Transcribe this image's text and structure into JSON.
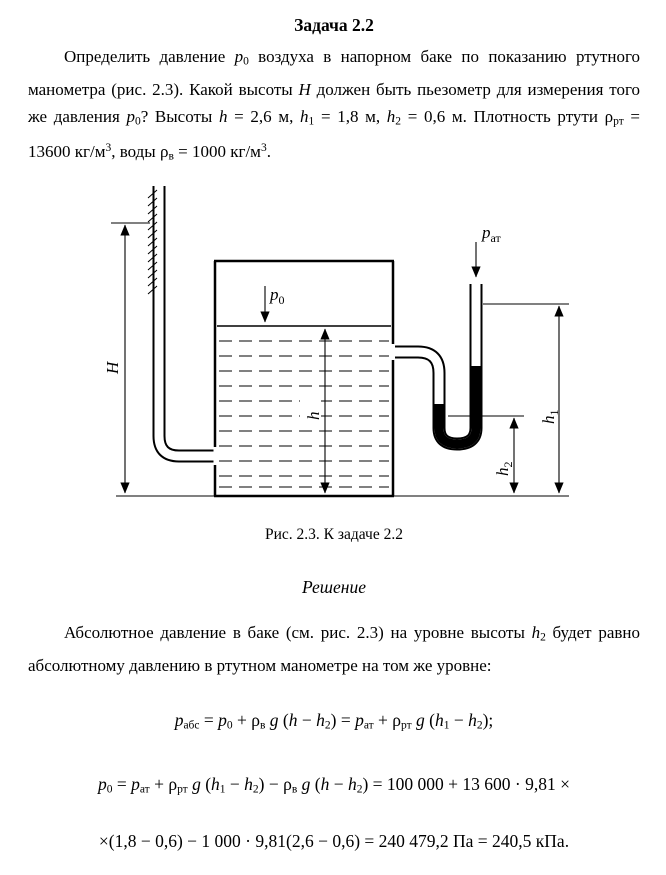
{
  "page": {
    "title": "Задача 2.2",
    "caption": "Рис. 2.3. К задаче 2.2",
    "solution_heading": "Решение"
  },
  "para1": [
    {
      "t": "Определить давление "
    },
    {
      "t": "p",
      "s": "i"
    },
    {
      "t": "0",
      "s": "sub"
    },
    {
      "t": " воздуха в напорном баке по показанию ртутного манометра (рис. 2.3). Какой высоты "
    },
    {
      "t": "H",
      "s": "i"
    },
    {
      "t": " должен быть пьезометр для измерения того же давления "
    },
    {
      "t": "p",
      "s": "i"
    },
    {
      "t": "0",
      "s": "sub"
    },
    {
      "t": "? Высоты "
    },
    {
      "t": "h",
      "s": "i"
    },
    {
      "t": " = 2,6 м, "
    },
    {
      "t": "h",
      "s": "i"
    },
    {
      "t": "1",
      "s": "sub"
    },
    {
      "t": " = 1,8 м, "
    },
    {
      "t": "h",
      "s": "i"
    },
    {
      "t": "2",
      "s": "sub"
    },
    {
      "t": " = 0,6 м. Плотность ртути ρ"
    },
    {
      "t": "рт",
      "s": "sub"
    },
    {
      "t": " = 13600 кг/м"
    },
    {
      "t": "3",
      "s": "sup"
    },
    {
      "t": ", воды ρ"
    },
    {
      "t": "в",
      "s": "sub"
    },
    {
      "t": " = 1000 кг/м"
    },
    {
      "t": "3",
      "s": "sup"
    },
    {
      "t": "."
    }
  ],
  "para2": [
    {
      "t": "Абсолютное давление в баке (см. рис. 2.3) на уровне высоты "
    },
    {
      "t": "h",
      "s": "i"
    },
    {
      "t": "2",
      "s": "sub"
    },
    {
      "t": " будет равно абсолютному давлению в ртутном манометре на том же уровне:"
    }
  ],
  "eq1": [
    {
      "t": "p",
      "s": "i"
    },
    {
      "t": "абс",
      "s": "sub"
    },
    {
      "t": " = "
    },
    {
      "t": "p",
      "s": "i"
    },
    {
      "t": "0",
      "s": "sub"
    },
    {
      "t": " + ρ"
    },
    {
      "t": "в",
      "s": "sub"
    },
    {
      "t": " g ",
      "s": "i"
    },
    {
      "t": "("
    },
    {
      "t": "h",
      "s": "i"
    },
    {
      "t": " − "
    },
    {
      "t": "h",
      "s": "i"
    },
    {
      "t": "2",
      "s": "sub"
    },
    {
      "t": ") = "
    },
    {
      "t": "p",
      "s": "i"
    },
    {
      "t": "ат",
      "s": "sub"
    },
    {
      "t": " + ρ"
    },
    {
      "t": "рт",
      "s": "sub"
    },
    {
      "t": " g ",
      "s": "i"
    },
    {
      "t": "("
    },
    {
      "t": "h",
      "s": "i"
    },
    {
      "t": "1",
      "s": "sub"
    },
    {
      "t": " − "
    },
    {
      "t": "h",
      "s": "i"
    },
    {
      "t": "2",
      "s": "sub"
    },
    {
      "t": ");"
    }
  ],
  "eq2a": [
    {
      "t": "p",
      "s": "i"
    },
    {
      "t": "0",
      "s": "sub"
    },
    {
      "t": " = "
    },
    {
      "t": "p",
      "s": "i"
    },
    {
      "t": "ат",
      "s": "sub"
    },
    {
      "t": " + ρ"
    },
    {
      "t": "рт",
      "s": "sub"
    },
    {
      "t": " g ",
      "s": "i"
    },
    {
      "t": "("
    },
    {
      "t": "h",
      "s": "i"
    },
    {
      "t": "1",
      "s": "sub"
    },
    {
      "t": " − "
    },
    {
      "t": "h",
      "s": "i"
    },
    {
      "t": "2",
      "s": "sub"
    },
    {
      "t": ") − ρ"
    },
    {
      "t": "в",
      "s": "sub"
    },
    {
      "t": " g ",
      "s": "i"
    },
    {
      "t": "("
    },
    {
      "t": "h",
      "s": "i"
    },
    {
      "t": " − "
    },
    {
      "t": "h",
      "s": "i"
    },
    {
      "t": "2",
      "s": "sub"
    },
    {
      "t": ") = 100 000 + 13 600 · 9,81 ×"
    }
  ],
  "eq2b": [
    {
      "t": "×(1,8 − 0,6) − 1 000 · 9,81(2,6 − 0,6) = 240 479,2 Па = 240,5 кПа."
    }
  ],
  "fig": {
    "H": "H",
    "h": "h",
    "p0": {
      "m": "p",
      "s": "0"
    },
    "pat": {
      "m": "p",
      "s": "ат"
    },
    "h1": {
      "m": "h",
      "s": "1"
    },
    "h2": {
      "m": "h",
      "s": "2"
    }
  }
}
